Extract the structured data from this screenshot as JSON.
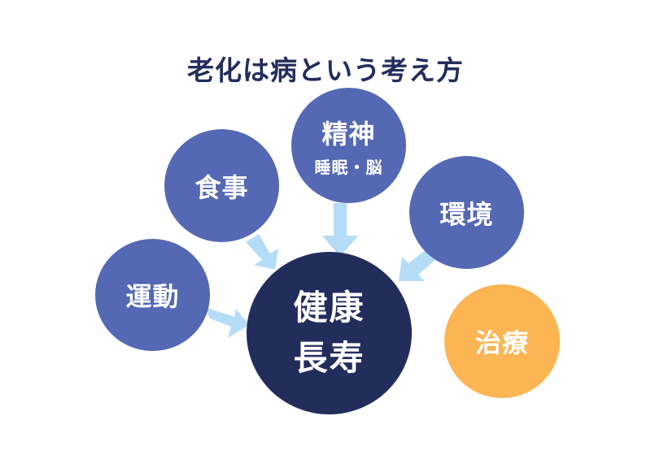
{
  "title": "老化は病という考え方",
  "nodes": {
    "exercise": "運動",
    "diet": "食事",
    "mind": {
      "main": "精神",
      "sub": "睡眠・脳"
    },
    "environment": "環境",
    "center": {
      "line1": "健康",
      "line2": "長寿"
    },
    "treatment": "治療"
  },
  "colors": {
    "title": "#232d5c",
    "factor": "#5468b3",
    "center": "#232d5c",
    "treatment": "#fbb552",
    "arrow": "#b5dcf7"
  }
}
